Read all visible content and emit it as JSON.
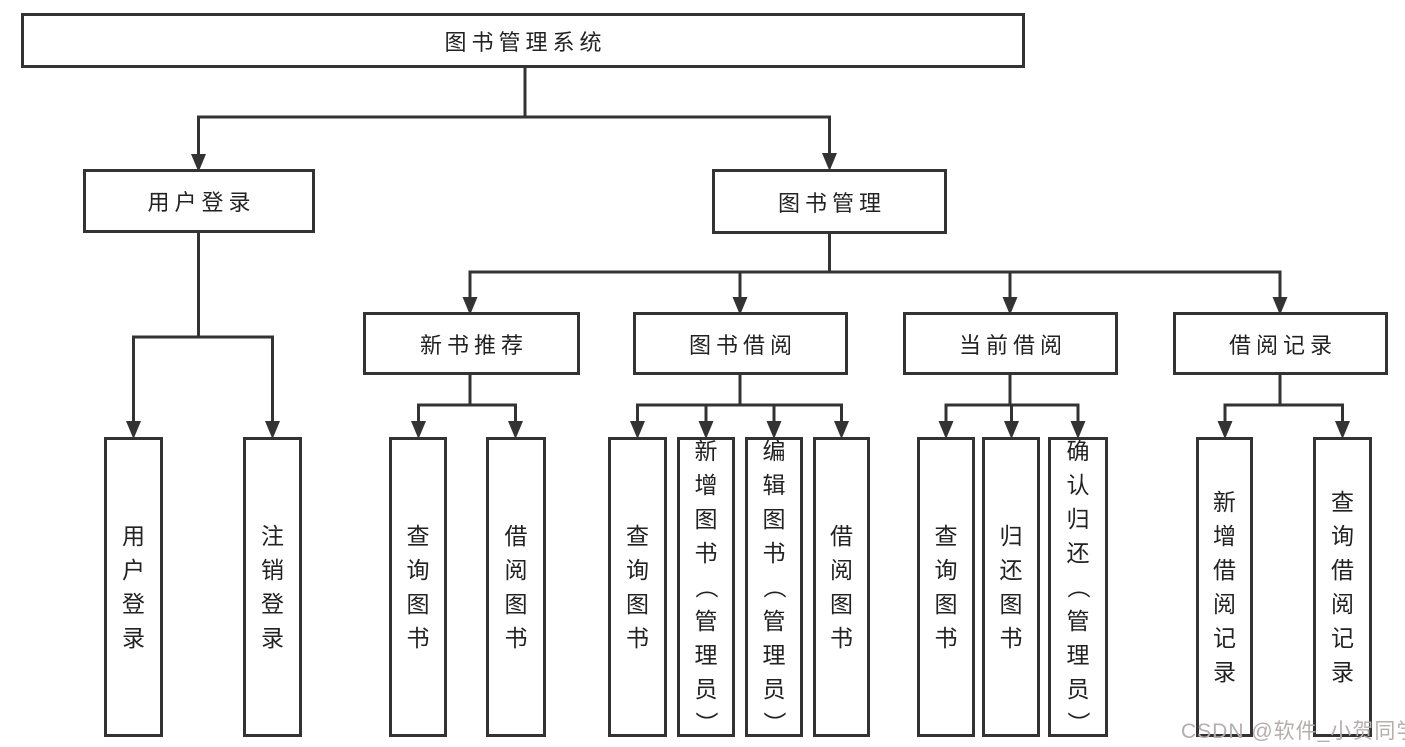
{
  "tree": {
    "root": "图书管理系统",
    "user_login_branch": {
      "label": "用户登录",
      "children": [
        "用户登录",
        "注销登录"
      ]
    },
    "book_mgmt_branch": {
      "label": "图书管理",
      "modules": [
        {
          "label": "新书推荐",
          "children": [
            "查询图书",
            "借阅图书"
          ]
        },
        {
          "label": "图书借阅",
          "children": [
            "查询图书",
            "新增图书（管理员）",
            "编辑图书（管理员）",
            "借阅图书"
          ]
        },
        {
          "label": "当前借阅",
          "children": [
            "查询图书",
            "归还图书",
            "确认归还（管理员）"
          ]
        },
        {
          "label": "借阅记录",
          "children": [
            "新增借阅记录",
            "查询借阅记录"
          ]
        }
      ]
    }
  },
  "watermark": {
    "text": "CSDN @软件_小贺同学",
    "color": "#b6aeae"
  },
  "colors": {
    "line": "#333333",
    "box_border": "#333333",
    "text": "#222222",
    "background": "#ffffff"
  }
}
